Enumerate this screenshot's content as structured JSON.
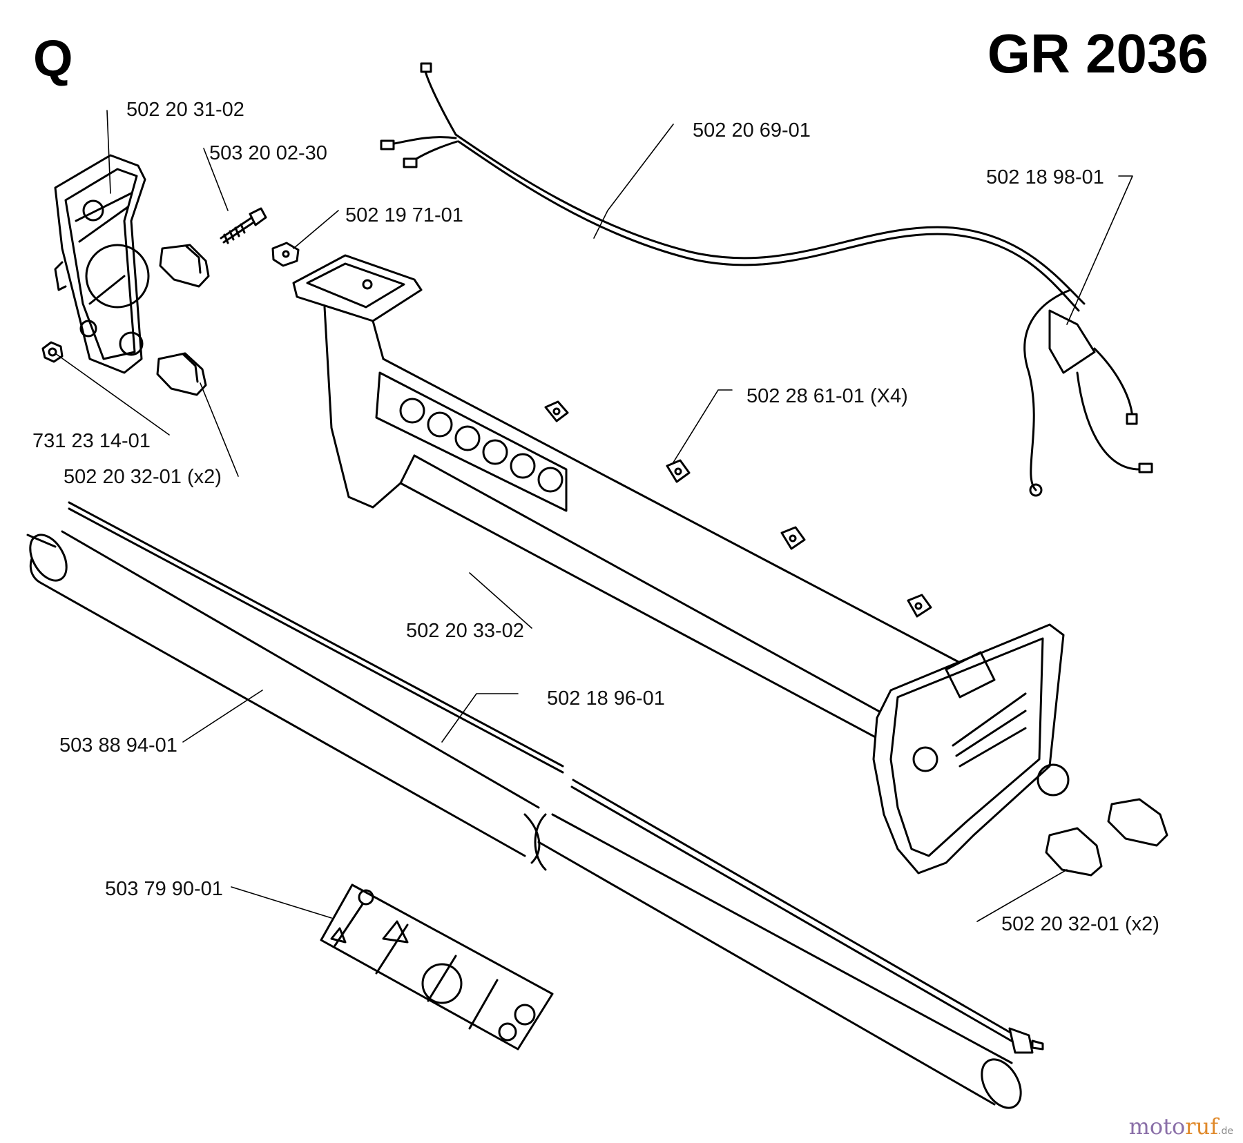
{
  "page": {
    "section_letter": "Q",
    "model": "GR 2036"
  },
  "parts": {
    "p1": "502 20 31-02",
    "p2": "503 20 02-30",
    "p3": "502 19 71-01",
    "p4": "502 20 69-01",
    "p5": "502 18 98-01",
    "p6": "502 28 61-01 (X4)",
    "p7": "731 23 14-01",
    "p8": "502 20 32-01 (x2)",
    "p9": "502 20 33-02",
    "p10": "502 18 96-01",
    "p11": "503 88 94-01",
    "p12": "503 79 90-01",
    "p13": "502 20 32-01 (x2)"
  },
  "watermark": {
    "part1": "moto",
    "part2": "ruf",
    "part3": ".de"
  }
}
